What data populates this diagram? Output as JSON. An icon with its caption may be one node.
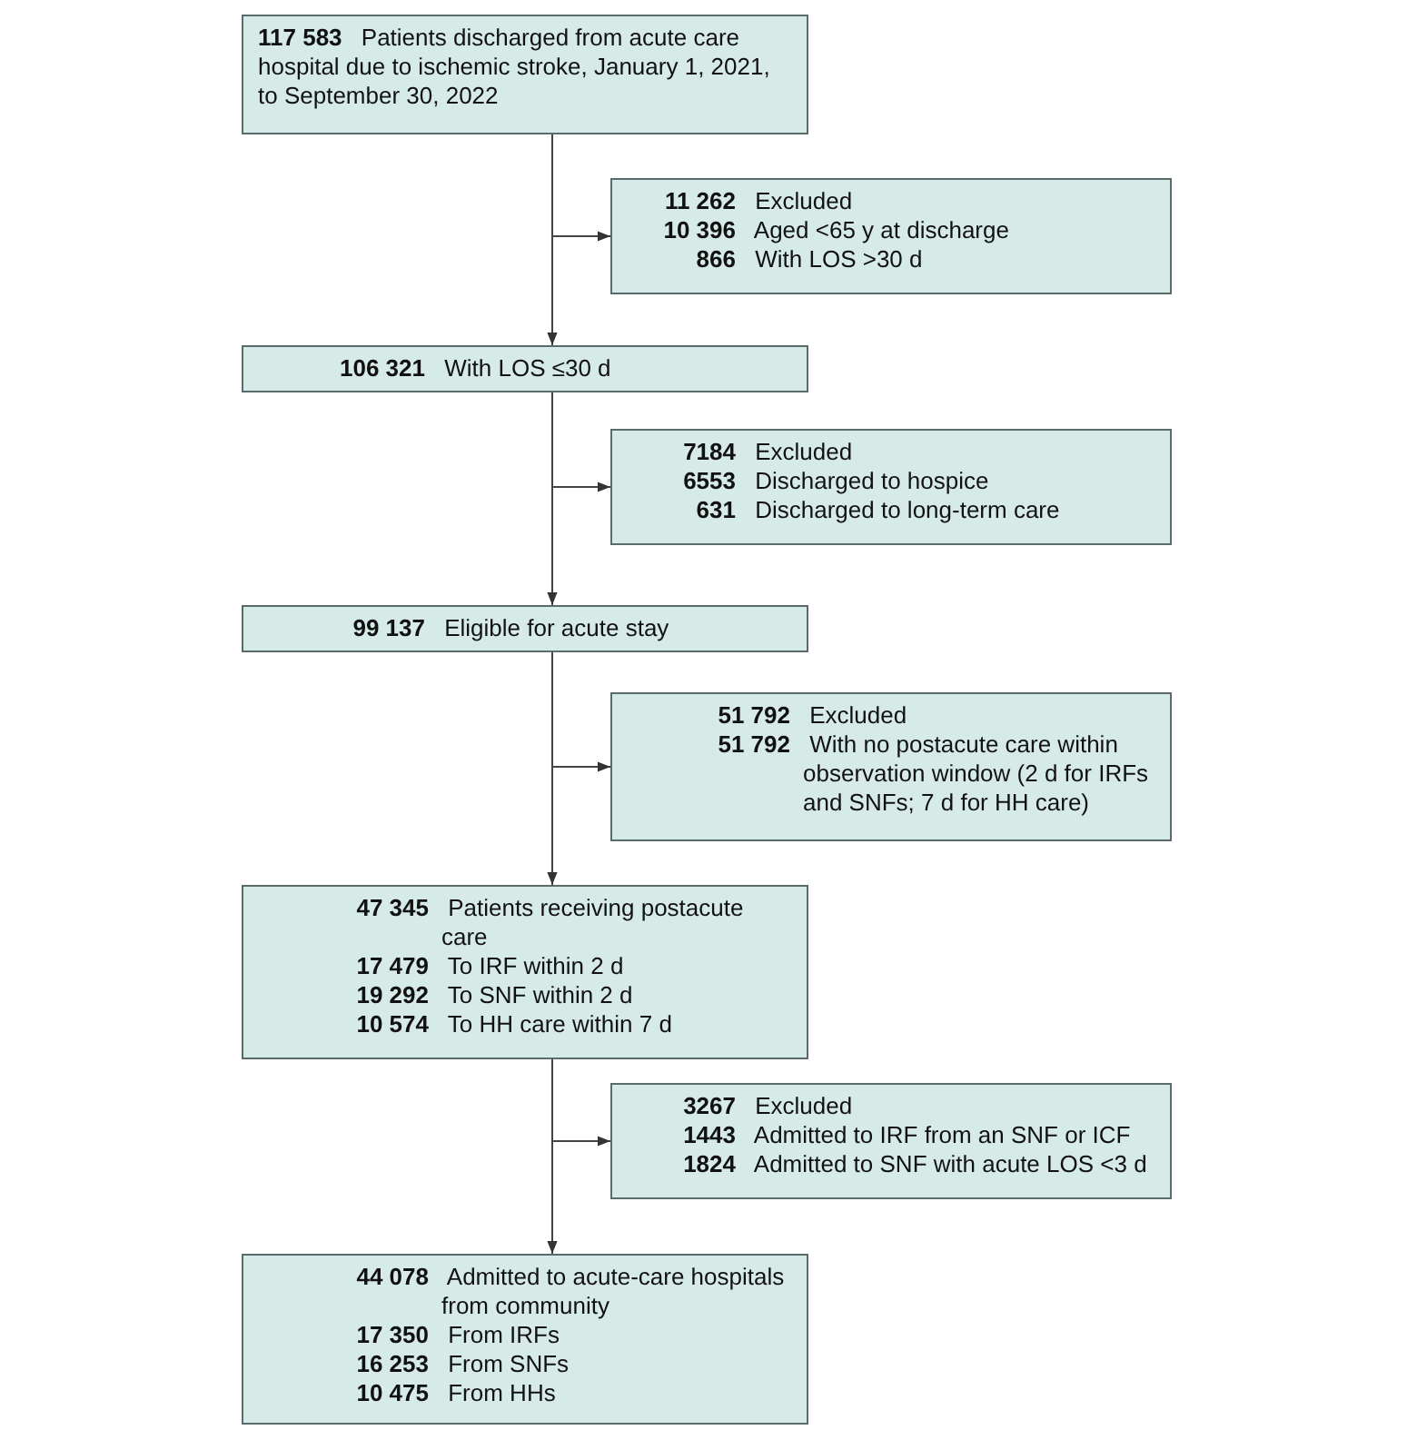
{
  "diagram": {
    "nodes": [
      {
        "text": [
          "**117 583** Patients discharged from acute care hospital due to ischemic stroke, January 1, 2021, to September 30, 2022"
        ]
      },
      {
        "text": [
          "**11 262** Excluded",
          "**10 396** Aged <65 y at discharge",
          "**866** With LOS >30 d"
        ]
      },
      {
        "text": [
          "**106 321** With LOS ≤30 d"
        ]
      },
      {
        "text": [
          "**7184** Excluded",
          "**6553** Discharged to hospice",
          "**631** Discharged to long-term care"
        ]
      },
      {
        "text": [
          "**99 137** Eligible for acute stay"
        ]
      },
      {
        "text": [
          "**51 792** Excluded",
          "**51 792** With no postacute care within observation window (2 d for IRFs and SNFs; 7 d for HH care)"
        ]
      },
      {
        "text": [
          "**47 345** Patients receiving postacute care",
          "**17 479** To IRF within 2 d",
          "**19 292** To SNF within 2 d",
          "**10 574** To HH care within 7 d"
        ]
      },
      {
        "text": [
          "**3267** Excluded",
          "**1443** Admitted to IRF from an SNF or ICF",
          "**1824** Admitted to SNF with acute LOS <3 d"
        ]
      },
      {
        "text": [
          "**44 078** Admitted to acute-care hospitals from community",
          "**17 350** From IRFs",
          "**16 253** From SNFs",
          "**10 475** From HHs"
        ]
      }
    ],
    "edges": [
      {
        "from": 0,
        "to": 1,
        "arrow": "to"
      },
      {
        "from": 0,
        "to": 2,
        "arrow": "to"
      },
      {
        "from": 2,
        "to": 3,
        "arrow": "to"
      },
      {
        "from": 2,
        "to": 4,
        "arrow": "to"
      },
      {
        "from": 4,
        "to": 5,
        "arrow": "to"
      },
      {
        "from": 4,
        "to": 6,
        "arrow": "to"
      },
      {
        "from": 6,
        "to": 7,
        "arrow": "to"
      },
      {
        "from": 6,
        "to": 8,
        "arrow": "to"
      }
    ]
  }
}
